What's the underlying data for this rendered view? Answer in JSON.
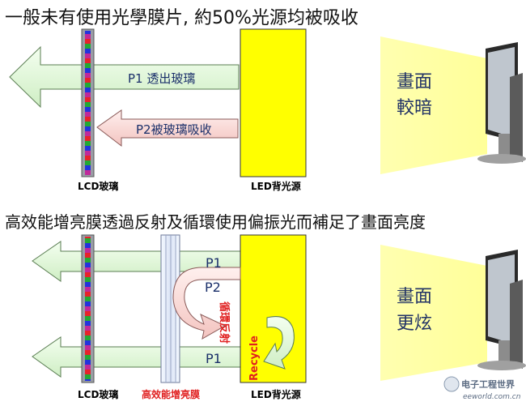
{
  "section1": {
    "title": "一般未有使用光學膜片, 約50%光源均被吸收",
    "p1_label": "P1 透出玻璃",
    "p2_label": "P2被玻璃吸收",
    "screen_text_line1": "畫面",
    "screen_text_line2": "較暗",
    "lcd_label": "LCD玻璃",
    "led_label": "LED背光源"
  },
  "section2": {
    "title": "高效能增亮膜透過反射及循環使用偏振光而補足了畫面亮度",
    "p1_top_label": "P1",
    "p2_label": "P2",
    "p1_bottom_label": "P1",
    "reflect_label": "循環反射",
    "recycle_label": "Recycle",
    "screen_text_line1": "畫面",
    "screen_text_line2": "更炫",
    "lcd_label": "LCD玻璃",
    "film_label": "高效能增亮膜",
    "led_label": "LED背光源"
  },
  "watermark": {
    "line1": "电子工程世界",
    "line2": "eeworld.com.cn"
  },
  "colors": {
    "led_panel": "#ffff00",
    "arrow_green": "#e2f7da",
    "arrow_pink": "#f8d3d0",
    "label_red": "#e02020",
    "screen_glow": "#ffffaa"
  }
}
